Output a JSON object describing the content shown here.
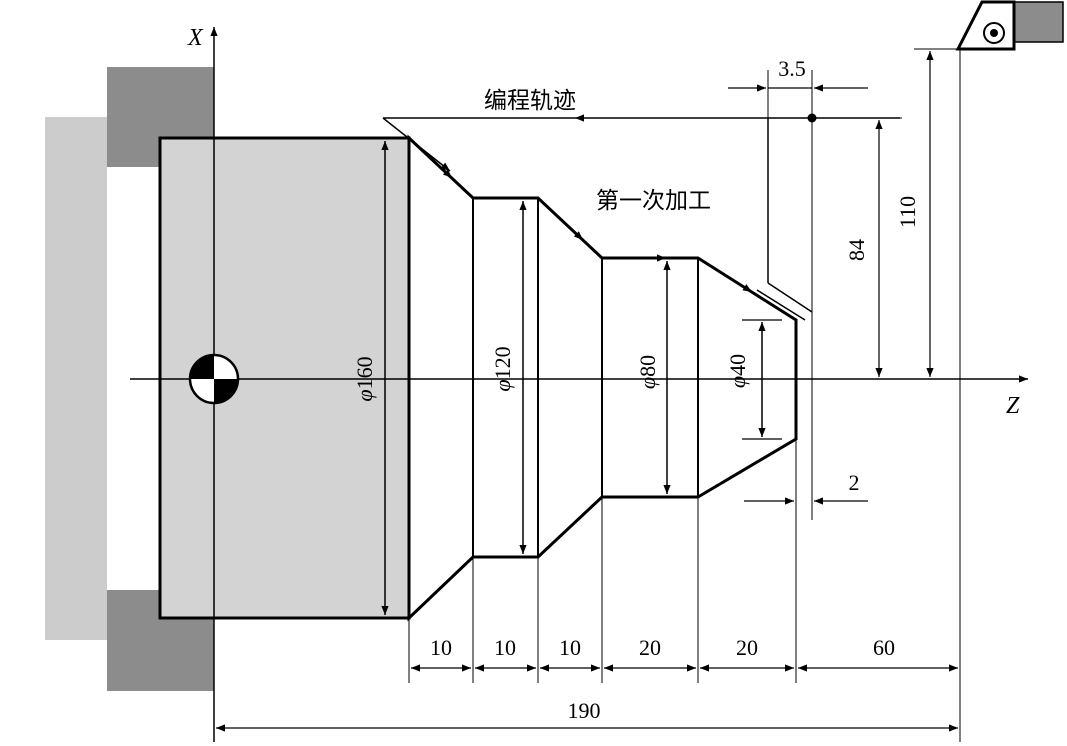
{
  "axes": {
    "x_label": "X",
    "z_label": "Z"
  },
  "annotations": {
    "toolpath_label": "编程轨迹",
    "first_pass_label": "第一次加工"
  },
  "diameters": [
    {
      "symbol": "φ",
      "value": "160"
    },
    {
      "symbol": "φ",
      "value": "120"
    },
    {
      "symbol": "φ",
      "value": "80"
    },
    {
      "symbol": "φ",
      "value": "40"
    }
  ],
  "dimensions": {
    "segments": [
      "10",
      "10",
      "10",
      "20",
      "20",
      "60"
    ],
    "total_length": "190",
    "offset_3_5": "3.5",
    "offset_2": "2",
    "vertical_84": "84",
    "vertical_110": "110"
  },
  "colors": {
    "part": "#d3d3d3",
    "chuck_light": "#cccccc",
    "chuck_dark": "#8c8c8c",
    "line": "#000000"
  }
}
